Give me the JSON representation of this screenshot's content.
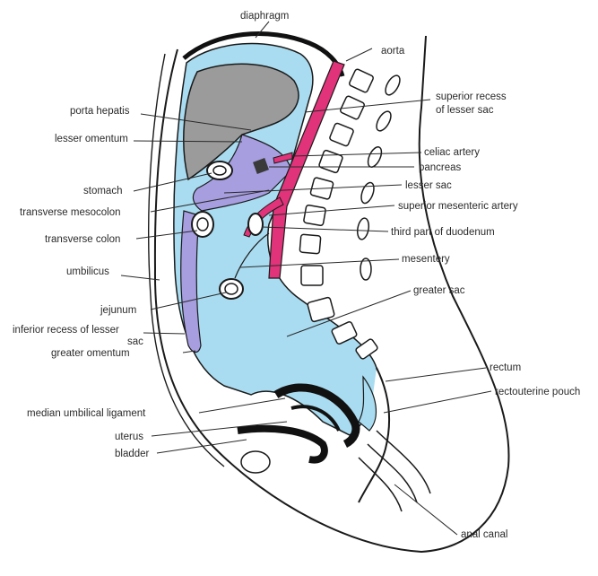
{
  "diagram": {
    "colors": {
      "peritoneal_cavity": "#a9dcf0",
      "mesentery": "#a79ee0",
      "aorta": "#e1337a",
      "liver": "#9b9b9b",
      "outline": "#1a1a1a"
    },
    "labels": {
      "diaphragm": "diaphragm",
      "aorta": "aorta",
      "porta_hepatis": "porta hepatis",
      "superior_recess": "superior recess",
      "superior_recess_2": "of lesser sac",
      "lesser_omentum": "lesser omentum",
      "celiac_artery": "celiac artery",
      "pancreas": "pancreas",
      "stomach": "stomach",
      "lesser_sac": "lesser sac",
      "transverse_mesocolon": "transverse mesocolon",
      "superior_mesenteric_artery": "superior mesenteric artery",
      "transverse_colon": "transverse colon",
      "third_part_duodenum": "third part of duodenum",
      "umbilicus": "umbilicus",
      "mesentery": "mesentery",
      "greater_sac": "greater sac",
      "jejunum": "jejunum",
      "inferior_recess": "inferior recess of lesser",
      "inferior_recess_2": "sac",
      "greater_omentum": "greater omentum",
      "rectum": "rectum",
      "rectouterine_pouch": "rectouterine pouch",
      "median_umbilical_ligament": "median umbilical ligament",
      "uterus": "uterus",
      "bladder": "bladder",
      "anal_canal": "anal canal"
    }
  }
}
